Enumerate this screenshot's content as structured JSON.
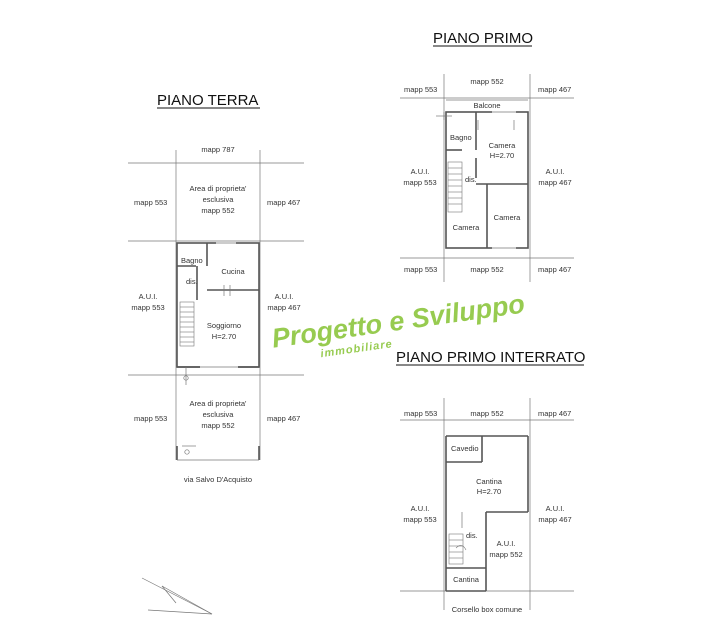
{
  "titles": {
    "ground": "PIANO TERRA",
    "first": "PIANO PRIMO",
    "basement": "PIANO PRIMO INTERRATO"
  },
  "ground_floor": {
    "mapp_top": "mapp 787",
    "mapp_left_top": "mapp 553",
    "mapp_right_top": "mapp 467",
    "area_top_1": "Area  di proprieta'",
    "area_top_2": "esclusiva",
    "area_top_3": "mapp 552",
    "bagno": "Bagno",
    "cucina": "Cucina",
    "dis": "dis.",
    "aui_left_1": "A.U.I.",
    "aui_left_2": "mapp 553",
    "aui_right_1": "A.U.I.",
    "aui_right_2": "mapp 467",
    "soggiorno": "Soggiorno",
    "soggiorno_h": "H=2.70",
    "mapp_left_bottom": "mapp 553",
    "mapp_right_bottom": "mapp 467",
    "area_bottom_1": "Area  di proprieta'",
    "area_bottom_2": "esclusiva",
    "area_bottom_3": "mapp 552",
    "street": "via Salvo D'Acquisto"
  },
  "first_floor": {
    "mapp_top": "mapp 552",
    "mapp_left_top": "mapp 553",
    "mapp_right_top": "mapp 467",
    "balcone": "Balcone",
    "bagno": "Bagno",
    "camera1": "Camera",
    "camera1_h": "H=2.70",
    "dis": "dis.",
    "aui_left_1": "A.U.I.",
    "aui_left_2": "mapp 553",
    "aui_right_1": "A.U.I.",
    "aui_right_2": "mapp 467",
    "camera2": "Camera",
    "camera3": "Camera",
    "mapp_left_bottom": "mapp 553",
    "mapp_bottom": "mapp 552",
    "mapp_right_bottom": "mapp 467"
  },
  "basement": {
    "mapp_left_top": "mapp 553",
    "mapp_top": "mapp 552",
    "mapp_right_top": "mapp 467",
    "cavedio": "Cavedio",
    "cantina1": "Cantina",
    "cantina1_h": "H=2.70",
    "aui_left_1": "A.U.I.",
    "aui_left_2": "mapp 553",
    "aui_right_1": "A.U.I.",
    "aui_right_2": "mapp 467",
    "dis": "dis.",
    "aui_mid_1": "A.U.I.",
    "aui_mid_2": "mapp 552",
    "cantina2": "Cantina",
    "corsello": "Corsello box comune"
  },
  "watermark": {
    "line1": "Progetto e Sviluppo",
    "line2": "immobiliare",
    "color": "#8cc63e"
  }
}
